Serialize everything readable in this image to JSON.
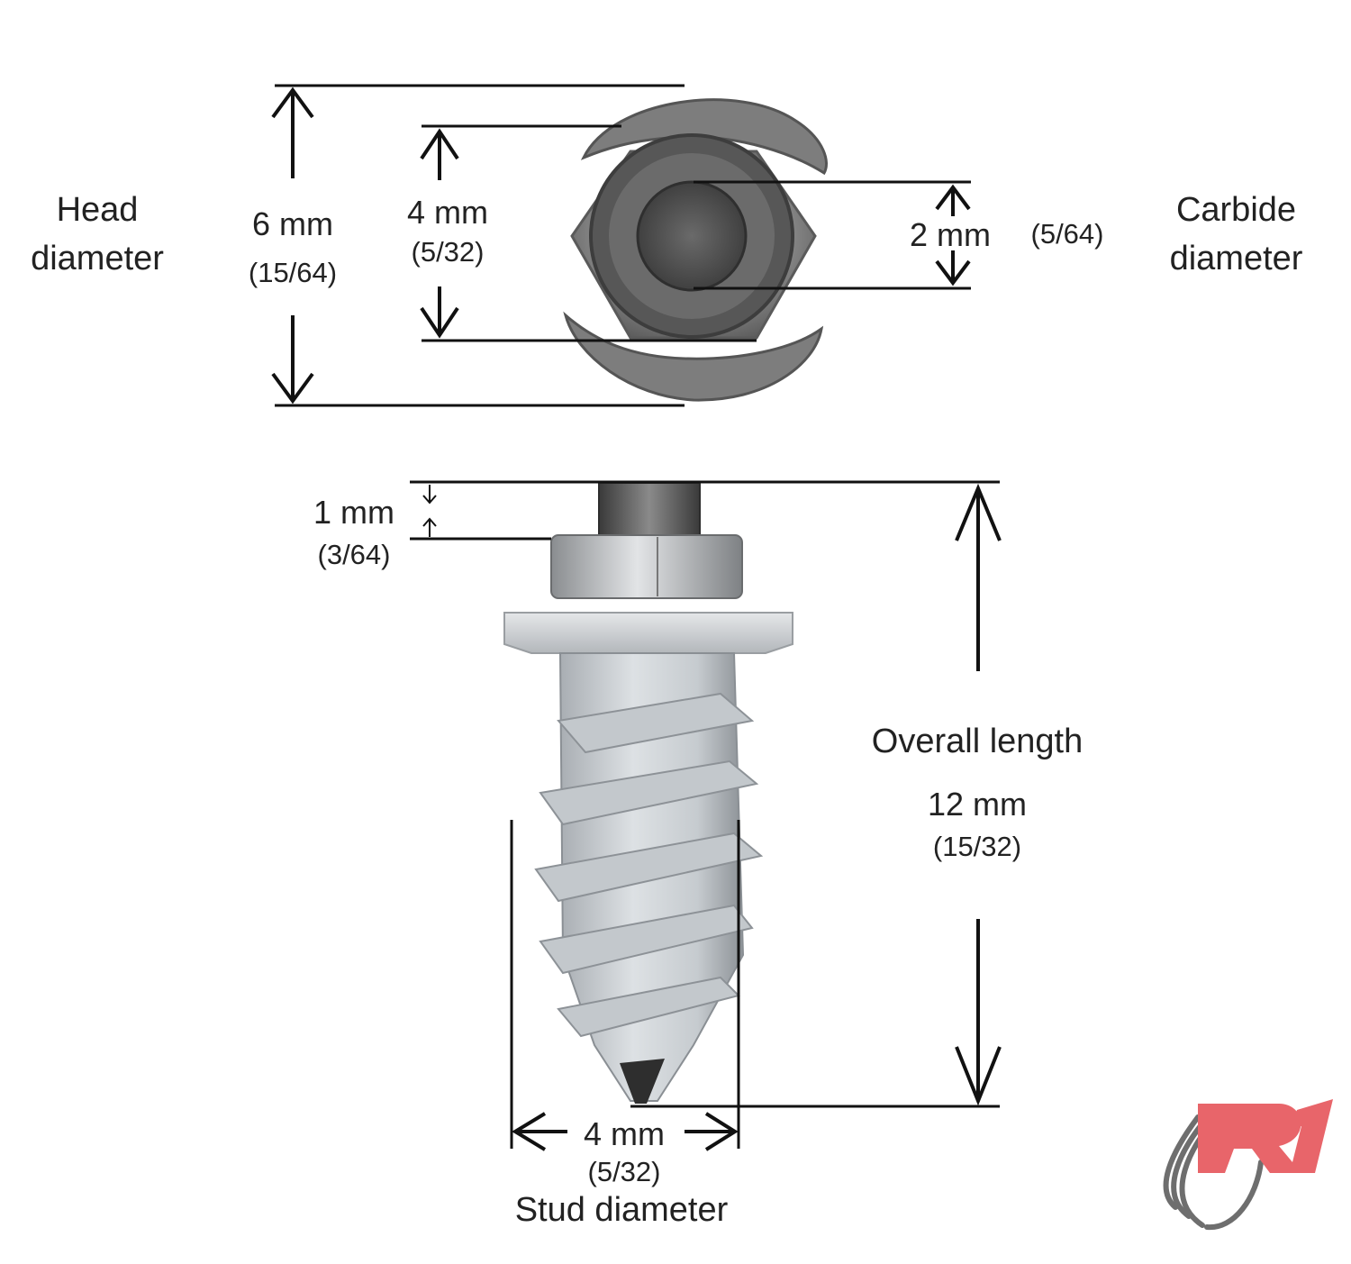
{
  "top_view": {
    "head_label_line1": "Head",
    "head_label_line2": "diameter",
    "head_mm": "6 mm",
    "head_in": "(15/64)",
    "inner_mm": "4 mm",
    "inner_in": "(5/32)",
    "carbide_mm": "2 mm",
    "carbide_in": "(5/64)",
    "carbide_label_line1": "Carbide",
    "carbide_label_line2": "diameter"
  },
  "side_view": {
    "tip_mm": "1 mm",
    "tip_in": "(3/64)",
    "length_label": "Overall length",
    "length_mm": "12 mm",
    "length_in": "(15/32)",
    "stud_mm": "4 mm",
    "stud_in": "(5/32)",
    "stud_label": "Stud diameter"
  },
  "logo": {
    "text": "R1",
    "accent_color": "#e8656a",
    "swoosh_color": "#6e6e6e"
  }
}
